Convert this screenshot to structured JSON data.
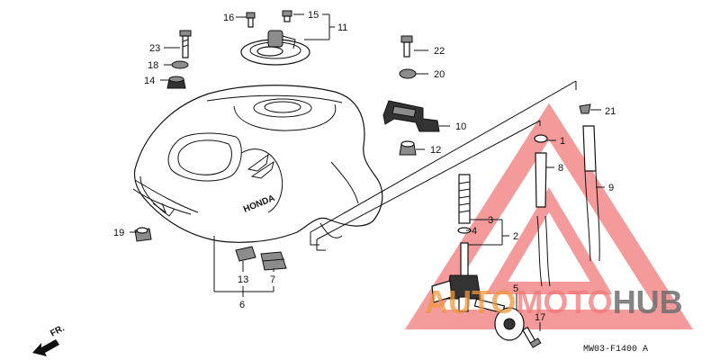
{
  "diagram": {
    "callouts": [
      "1",
      "2",
      "3",
      "4",
      "5",
      "6",
      "7",
      "8",
      "9",
      "10",
      "11",
      "12",
      "13",
      "14",
      "15",
      "16",
      "17",
      "18",
      "19",
      "20",
      "21",
      "22",
      "23"
    ],
    "direction_label": "FR.",
    "brand_on_tank": "HONDA",
    "drawing_code": "MW03-F1400 A"
  },
  "watermark": {
    "part1": "AUTO",
    "part2": "MOTO",
    "part3": "HUB",
    "colors": {
      "triangle": "#f07070",
      "auto": "#f0963c",
      "hub": "#6e6e6e"
    }
  }
}
